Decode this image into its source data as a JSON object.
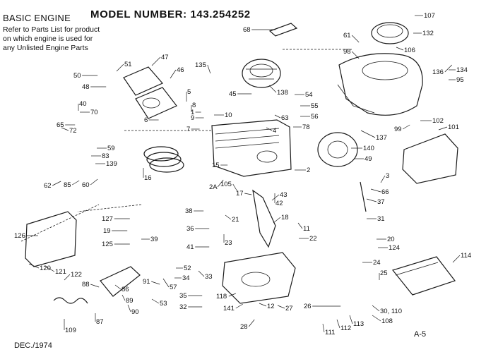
{
  "header": {
    "section_title": "BASIC ENGINE",
    "model_number": "MODEL NUMBER:  143.254252",
    "note_lines": [
      "Refer to Parts List for product",
      "on which engine is used for",
      "any Unlisted Engine Parts"
    ]
  },
  "footer": {
    "date": "DEC./1974",
    "page_code": "A-5"
  },
  "callouts": [
    "107",
    "68",
    "61",
    "132",
    "106",
    "98",
    "136",
    "134",
    "95",
    "51",
    "47",
    "50",
    "48",
    "135",
    "46",
    "45",
    "138",
    "54",
    "55",
    "56",
    "63",
    "78",
    "4",
    "5",
    "8",
    "9",
    "10",
    "7",
    "6",
    "40",
    "70",
    "65",
    "72",
    "59",
    "83",
    "139",
    "62",
    "85",
    "60",
    "137",
    "102",
    "101",
    "99",
    "140",
    "49",
    "2",
    "2A",
    "16",
    "15",
    "3",
    "66",
    "105",
    "17",
    "42",
    "43",
    "37",
    "31",
    "127",
    "38",
    "21",
    "18",
    "11",
    "19",
    "39",
    "36",
    "22",
    "20",
    "124",
    "125",
    "41",
    "23",
    "24",
    "126",
    "120",
    "121",
    "122",
    "88",
    "86",
    "89",
    "90",
    "91",
    "53",
    "57",
    "52",
    "34",
    "33",
    "35",
    "32",
    "118",
    "25",
    "114",
    "141",
    "12",
    "27",
    "28",
    "26",
    "30, 110",
    "108",
    "113",
    "112",
    "111",
    "109",
    "87",
    "1",
    "8"
  ]
}
